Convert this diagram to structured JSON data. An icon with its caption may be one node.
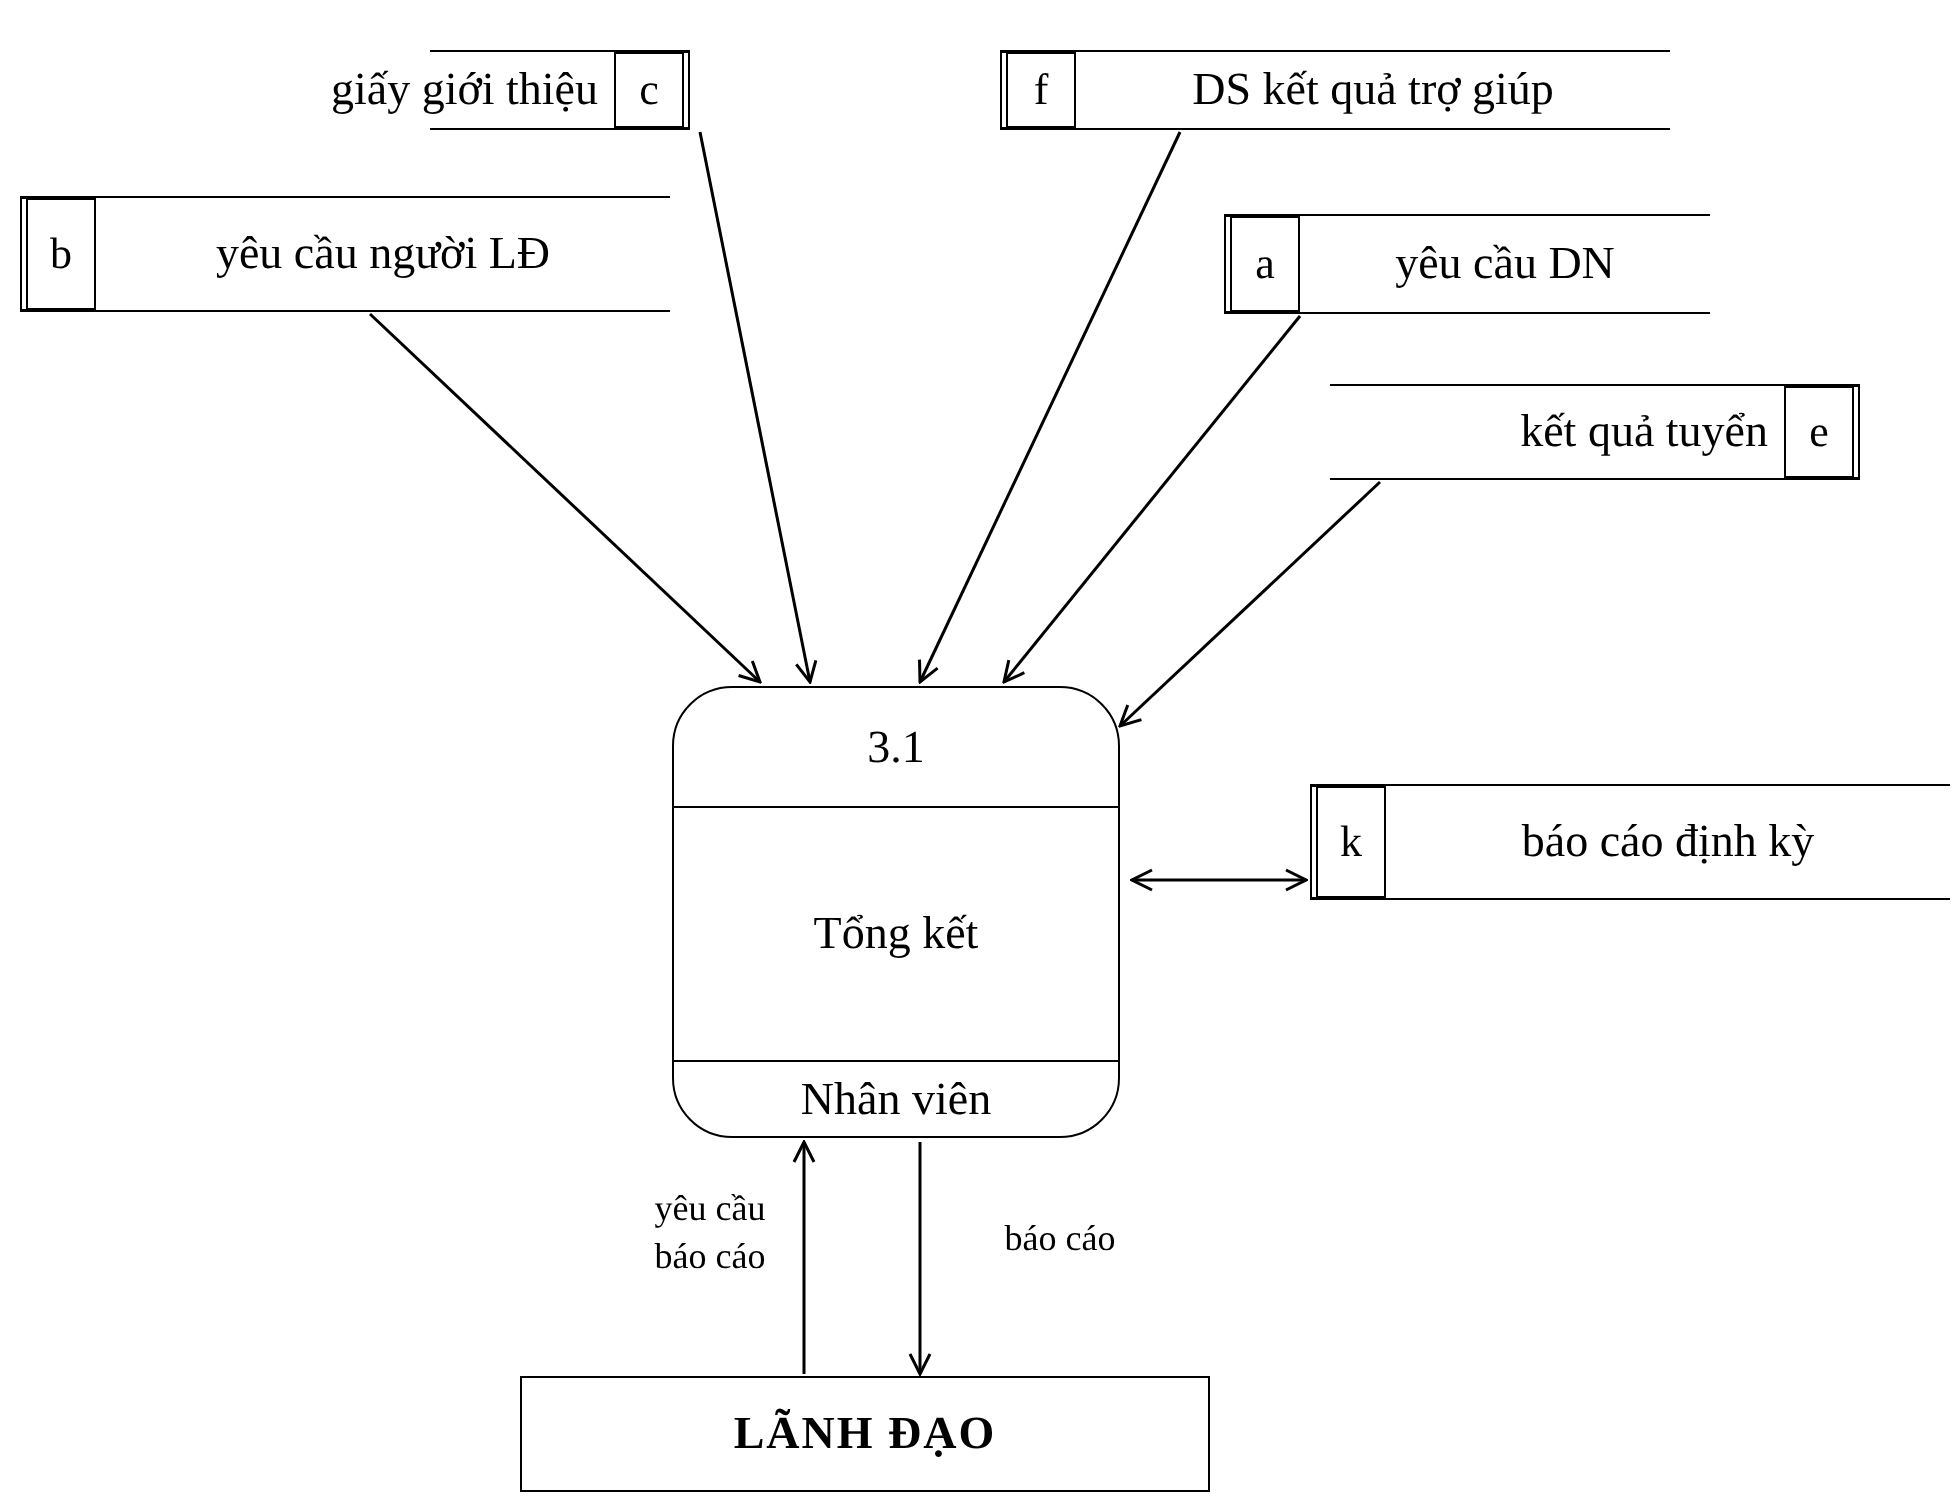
{
  "diagram": {
    "nodes": [
      {
        "text": [
          "giấy giới thiệu",
          "c"
        ]
      },
      {
        "text": [
          "f",
          "DS kết quả trợ giúp"
        ]
      },
      {
        "text": [
          "b",
          "yêu cầu người LĐ"
        ]
      },
      {
        "text": [
          "a",
          "yêu cầu DN"
        ]
      },
      {
        "text": [
          "kết quả tuyển",
          "e"
        ]
      },
      {
        "text": [
          "3.1",
          "Tổng kết",
          "Nhân viên"
        ]
      },
      {
        "text": [
          "k",
          "báo cáo định kỳ"
        ]
      },
      {
        "text": [
          "LÃNH ĐẠO"
        ]
      }
    ],
    "edges": [
      {
        "from": 0,
        "to": 5,
        "arrow": "to"
      },
      {
        "from": 1,
        "to": 5,
        "arrow": "to"
      },
      {
        "from": 2,
        "to": 5,
        "arrow": "to"
      },
      {
        "from": 3,
        "to": 5,
        "arrow": "to"
      },
      {
        "from": 4,
        "to": 5,
        "arrow": "to"
      },
      {
        "from": 5,
        "to": 6,
        "arrow": "both"
      },
      {
        "from": 7,
        "to": 5,
        "arrow": "to",
        "label": "yêu cầu báo cáo"
      },
      {
        "from": 5,
        "to": 7,
        "arrow": "to",
        "label": "báo cáo"
      }
    ]
  }
}
